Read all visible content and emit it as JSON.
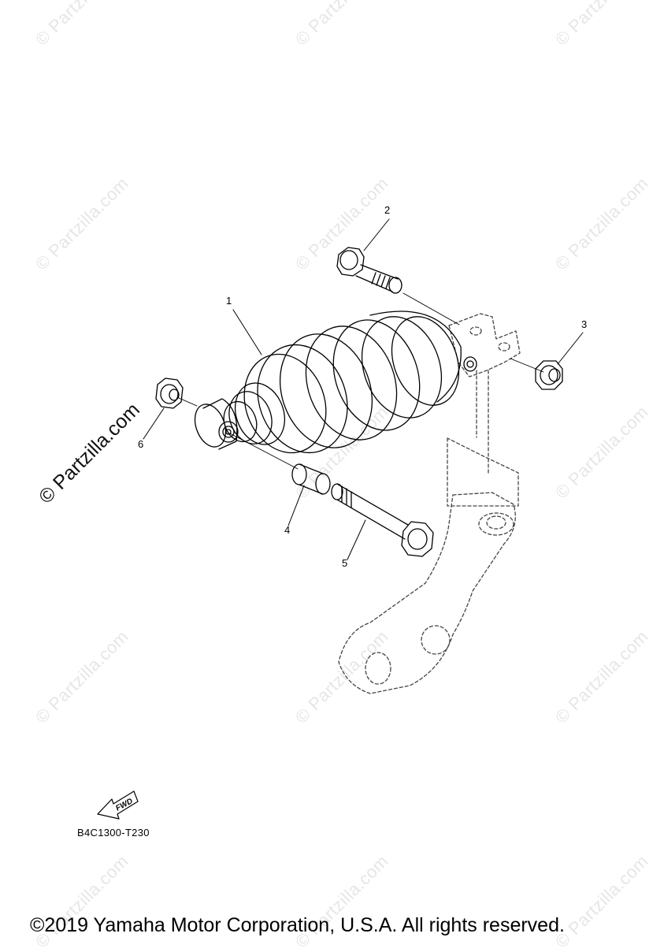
{
  "watermark": {
    "text": "© Partzilla.com",
    "large_text": "© Partzilla.com"
  },
  "callouts": [
    {
      "label": "1"
    },
    {
      "label": "2"
    },
    {
      "label": "3"
    },
    {
      "label": "4"
    },
    {
      "label": "5"
    },
    {
      "label": "6"
    }
  ],
  "direction_label": "FWD",
  "diagram_code": "B4C1300-T230",
  "copyright": "©2019 Yamaha Motor Corporation, U.S.A. All rights reserved."
}
